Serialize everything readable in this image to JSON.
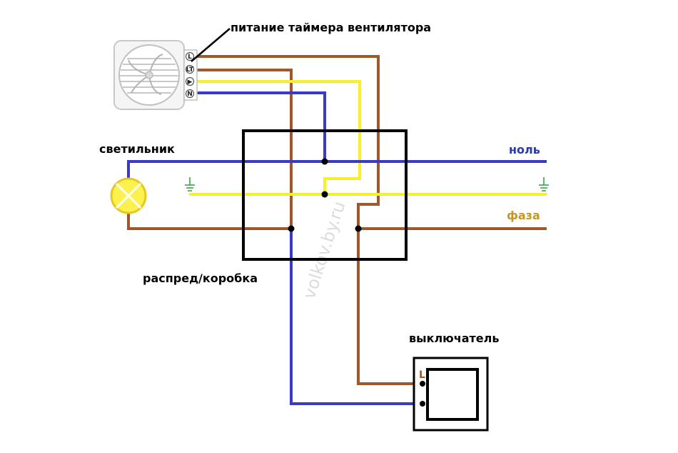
{
  "labels": {
    "fan_timer_supply": "питание таймера вентилятора",
    "lamp": "светильник",
    "junction_box": "распред/коробка",
    "switch": "выключатель",
    "neutral": "ноль",
    "phase": "фаза"
  },
  "terminals": {
    "L": "L",
    "LT": "LT",
    "T": "▶",
    "N": "N"
  },
  "switch_terminal": "L",
  "watermark": "volkov.by.ru",
  "colors": {
    "phase": "#a0582a",
    "neutral": "#3a3ac8",
    "ground": "#f7ef2a",
    "label_neutral": "#2a3aa8",
    "label_phase": "#c8961e",
    "lamp_fill": "#fdf24d",
    "lamp_stroke": "#e6c81e",
    "ground_symbol": "#2a9a3a",
    "outline": "#000000"
  }
}
